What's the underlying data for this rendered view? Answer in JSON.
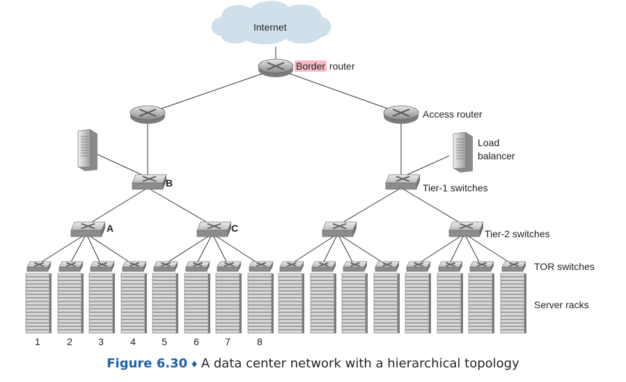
{
  "labels": {
    "internet": "Internet",
    "border_highlight": "Border",
    "border_rest": " router",
    "access_router": "Access router",
    "load_balancer_line1": "Load",
    "load_balancer_line2": "balancer",
    "tier1": "Tier-1 switches",
    "tier2": "Tier-2 switches",
    "tor": "TOR switches",
    "server_racks": "Server racks",
    "switch_b": "B",
    "switch_a": "A",
    "switch_c": "C"
  },
  "rack_numbers": [
    "1",
    "2",
    "3",
    "4",
    "5",
    "6",
    "7",
    "8"
  ],
  "caption": {
    "figure": "Figure 6.30",
    "separator": "♦",
    "text": "A data center network with a hierarchical topology"
  },
  "colors": {
    "highlight": "#f6b9c6",
    "caption_accent": "#1f62a8",
    "cloud": "#cfe0ea",
    "device": "#9a9a9a"
  }
}
